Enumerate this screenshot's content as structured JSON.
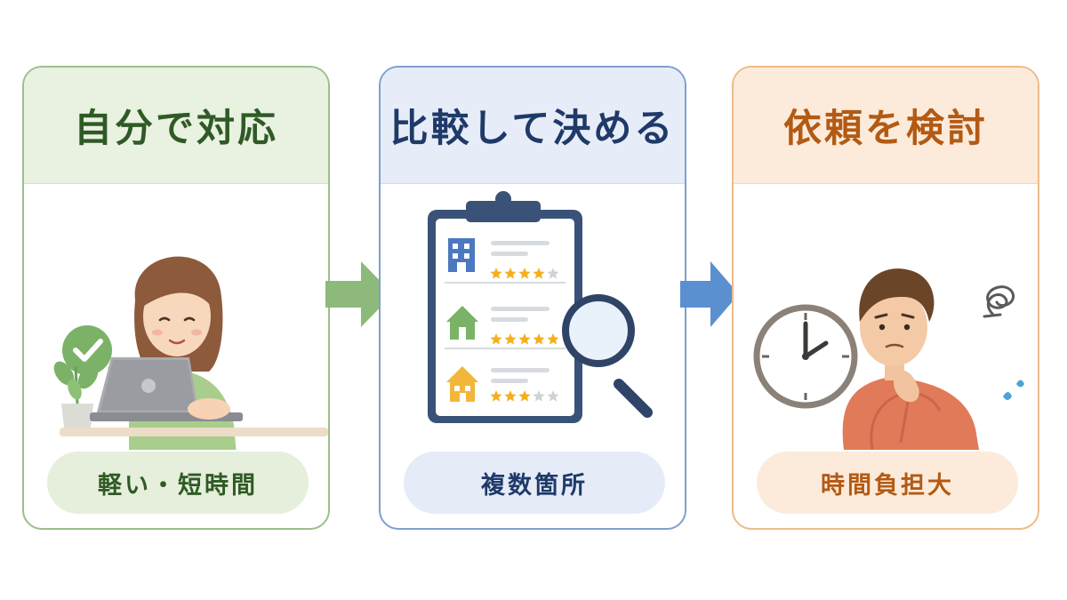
{
  "steps": [
    {
      "title": "自分で対応",
      "tag": "軽い・短時間"
    },
    {
      "title": "比較して決める",
      "tag": "複数箇所"
    },
    {
      "title": "依頼を検討",
      "tag": "時間負担大"
    }
  ],
  "ratings": [
    4,
    5,
    3
  ],
  "colors": {
    "green": "#2f5a25",
    "blue": "#1f3a68",
    "orange": "#b35a14",
    "star": "#f3b01e",
    "star_empty": "#cfd2d6"
  }
}
